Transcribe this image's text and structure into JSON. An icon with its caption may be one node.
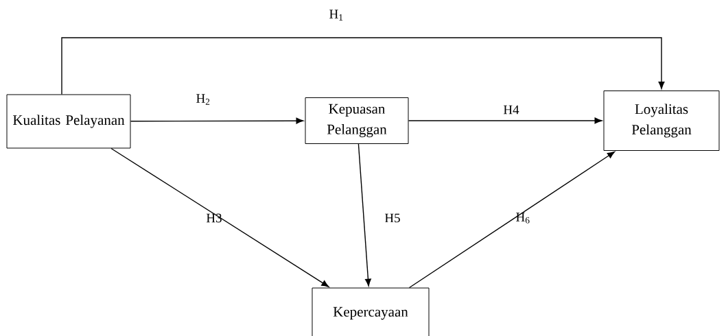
{
  "diagram": {
    "nodes": [
      {
        "text": [
          "Kualitas Pelayanan"
        ]
      },
      {
        "text": [
          "Kepuasan Pelanggan"
        ]
      },
      {
        "text": [
          "Loyalitas Pelanggan"
        ]
      },
      {
        "text": [
          "Kepercayaan"
        ]
      }
    ],
    "edges": [
      {
        "from": 0,
        "to": 2,
        "arrow": "to",
        "label": "H$_{1}$"
      },
      {
        "from": 0,
        "to": 1,
        "arrow": "to",
        "label": "H$_{2}$"
      },
      {
        "from": 0,
        "to": 3,
        "arrow": "to",
        "label": "H3"
      },
      {
        "from": 1,
        "to": 2,
        "arrow": "to",
        "label": "H4"
      },
      {
        "from": 1,
        "to": 3,
        "arrow": "to",
        "label": "H5"
      },
      {
        "from": 3,
        "to": 2,
        "arrow": "to",
        "label": "H$_{6}$"
      }
    ]
  }
}
